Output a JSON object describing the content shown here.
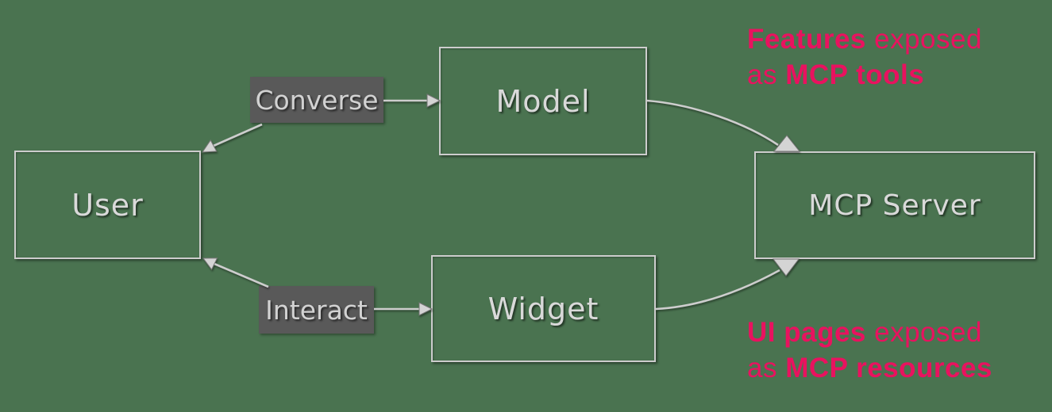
{
  "colors": {
    "background": "#4a7350",
    "node_border": "#cdcdcd",
    "node_text": "#d9d9d9",
    "label_fill": "#595959",
    "label_text": "#d2d2d2",
    "connector": "#cdcdcd",
    "arrowhead_fill": "#d4d4d4",
    "annotation_pink": "#e9125f"
  },
  "nodes": {
    "user": {
      "label": "User"
    },
    "model": {
      "label": "Model"
    },
    "widget": {
      "label": "Widget"
    },
    "mcp_server": {
      "label": "MCP Server"
    }
  },
  "edge_labels": {
    "converse": "Converse",
    "interact": "Interact"
  },
  "annotations": {
    "features": {
      "line1_bold": "Features",
      "line1_rest": " exposed",
      "line2_start": "as ",
      "line2_bold": "MCP tools"
    },
    "ui_pages": {
      "line1_bold": "UI pages",
      "line1_rest": " exposed",
      "line2_start": "as ",
      "line2_bold": "MCP resources"
    }
  }
}
